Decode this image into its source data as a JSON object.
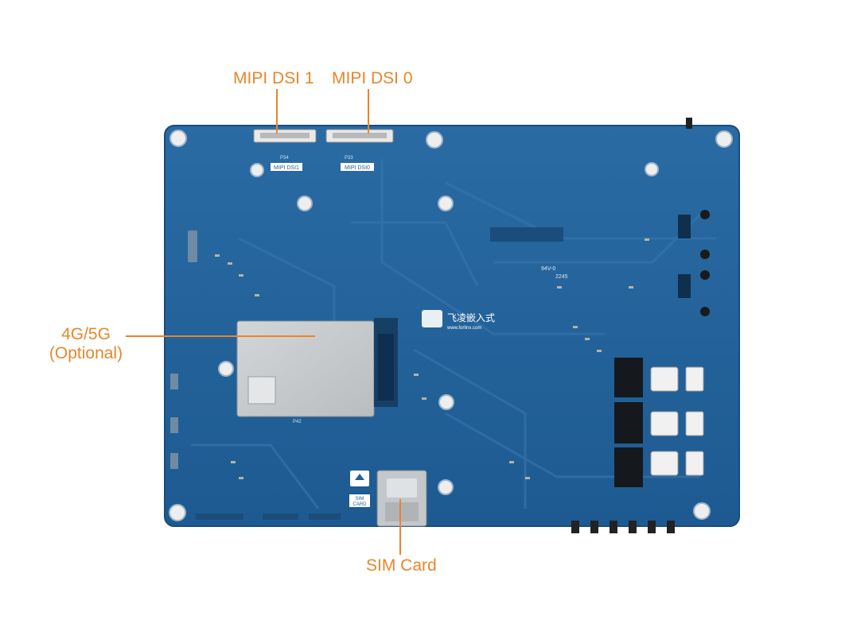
{
  "callouts": {
    "mipi_dsi_1": "MIPI DSI 1",
    "mipi_dsi_0": "MIPI DSI 0",
    "lte_line1": "4G/5G",
    "lte_line2": "(Optional)",
    "sim_card": "SIM Card"
  },
  "board_silkscreen": {
    "dsi1_label": "MIPI DSI1",
    "dsi0_label": "MIPI DSI0",
    "sim_label_line1": "SIM",
    "sim_label_line2": "CARD",
    "brand_cn": "飞凌嵌入式",
    "brand_url": "www.forlinx.com",
    "cert": "94V-0",
    "lot": "2245",
    "ref_p34": "P34",
    "ref_p33": "P33",
    "ref_p42": "P42"
  },
  "colors": {
    "accent": "#e8862a",
    "board": "#1f5f96",
    "module": "#c9cdd0"
  }
}
